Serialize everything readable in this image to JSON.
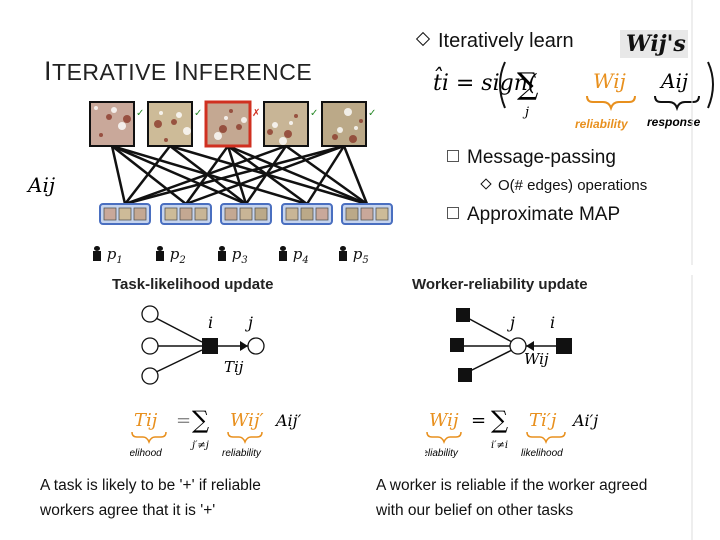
{
  "header": {
    "title_first_cap": "I",
    "title_first_rest": "TERATIVE ",
    "title_second_cap": "I",
    "title_second_rest": "NFERENCE"
  },
  "bullets": {
    "main": "Iteratively learn",
    "weight_symbol": "Wij's",
    "message_passing": "Message-passing",
    "operations": "O(# edges) operations",
    "approx_map": "Approximate MAP"
  },
  "formula_top": {
    "lhs": "t̂i = sign(",
    "sum_index": "j",
    "weight": "Wij",
    "response": "Aij",
    "weight_caption": "reliability",
    "response_caption": "response"
  },
  "graph": {
    "matrix_label": "Aij",
    "task_labels": [
      "✓",
      "✓",
      "✗",
      "✓",
      "✓"
    ],
    "workers": [
      {
        "name": "p",
        "sub": "1"
      },
      {
        "name": "p",
        "sub": "2"
      },
      {
        "name": "p",
        "sub": "3"
      },
      {
        "name": "p",
        "sub": "4"
      },
      {
        "name": "p",
        "sub": "5"
      }
    ]
  },
  "task_update": {
    "title": "Task-likelihood update",
    "node_i": "i",
    "node_j": "j",
    "edge_label": "Tij",
    "formula_lhs": "Tij",
    "formula_sum_index": "j′≠j",
    "formula_weight": "Wij′",
    "formula_response": "Aij′",
    "lhs_caption": "likelihood",
    "weight_caption": "reliability",
    "description_line1": "A task is likely to be '+' if reliable",
    "description_line2": "workers agree that it is '+'"
  },
  "worker_update": {
    "title": "Worker-reliability update",
    "node_j": "j",
    "node_i": "i",
    "edge_label": "Wij",
    "formula_lhs": "Wij",
    "formula_sum_index": "i′≠i",
    "formula_t": "Ti′j",
    "formula_response": "Ai′j",
    "lhs_caption": "reliability",
    "t_caption": "likelihood",
    "description_line1": "A worker is reliable if the worker agreed",
    "description_line2": "with our belief on other tasks"
  },
  "colors": {
    "orange": "#e8901e",
    "highlight_red": "#d03020",
    "worker_box_border": "#4a6fc0",
    "worker_box_fill": "#c6d4ee"
  }
}
